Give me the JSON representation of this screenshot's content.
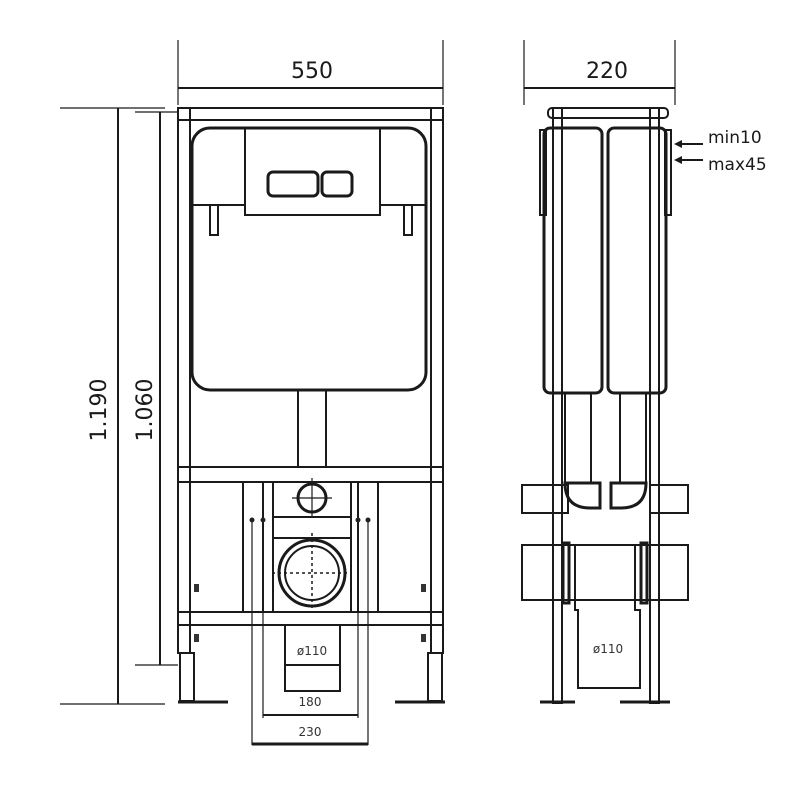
{
  "front_view": {
    "width_label": "550",
    "height_total_label": "1.190",
    "height_frame_label": "1.060",
    "drain_label": "ø110",
    "inner_spacing_label": "180",
    "outer_spacing_label": "230"
  },
  "side_view": {
    "depth_label": "220",
    "min_label": "min10",
    "max_label": "max45",
    "drain_label": "ø110"
  }
}
